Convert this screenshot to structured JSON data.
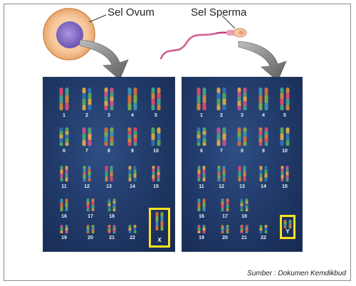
{
  "labels": {
    "ovum": "Sel Ovum",
    "sperm": "Sel Sperma",
    "source": "Sumber : Dokumen Kemdikbud"
  },
  "karyotype_left": {
    "numbers": [
      "1",
      "2",
      "3",
      "4",
      "5",
      "6",
      "7",
      "8",
      "9",
      "10",
      "11",
      "12",
      "13",
      "14",
      "15",
      "16",
      "17",
      "18",
      "19",
      "20",
      "21",
      "22"
    ],
    "sex_chromosome": "X"
  },
  "karyotype_right": {
    "numbers": [
      "1",
      "2",
      "3",
      "4",
      "5",
      "6",
      "7",
      "8",
      "9",
      "10",
      "11",
      "12",
      "13",
      "14",
      "15",
      "16",
      "17",
      "18",
      "19",
      "20",
      "21",
      "22"
    ],
    "sex_chromosome": "Y"
  },
  "colors": {
    "panel_bg": "#1f3a6a",
    "highlight": "#ffe21f",
    "ovum_outer": "#f6c79a",
    "ovum_nucleus": "#8a73c8",
    "sperm_tail": "#c2417a",
    "arrow": "#6f6f6f"
  },
  "icons": [
    "ovum-cell-icon",
    "sperm-cell-icon",
    "arrow-icon"
  ]
}
